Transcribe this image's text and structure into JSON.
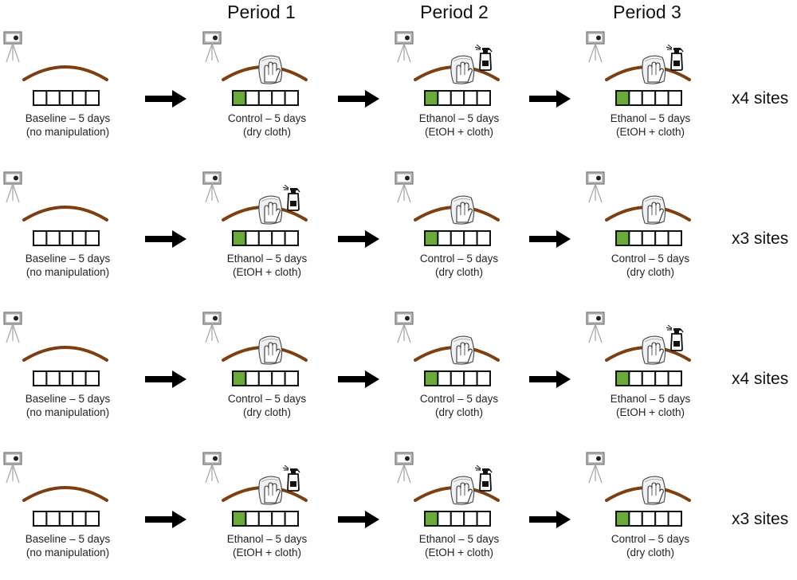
{
  "headers": [
    "Period 1",
    "Period 2",
    "Period 3"
  ],
  "colors": {
    "arc": "#7b3f12",
    "tracker_fill": "#6aaa3a",
    "tracker_border": "#111111",
    "arrow": "#000000",
    "camera": "#d0d0d0"
  },
  "rows": [
    {
      "stages": [
        {
          "label": "Baseline – 5 days",
          "sub": "(no manipulation)",
          "icons": [
            "camera-icon"
          ],
          "cloth": false,
          "spray": false,
          "progress": 0
        },
        {
          "label": "Control – 5 days",
          "sub": "(dry cloth)",
          "icons": [
            "camera-icon",
            "cloth-hand-icon"
          ],
          "cloth": true,
          "spray": false,
          "progress": 0.2
        },
        {
          "label": "Ethanol – 5 days",
          "sub": "(EtOH + cloth)",
          "icons": [
            "camera-icon",
            "cloth-hand-icon",
            "spray-bottle-icon"
          ],
          "cloth": true,
          "spray": true,
          "progress": 0.2
        },
        {
          "label": "Ethanol – 5 days",
          "sub": "(EtOH + cloth)",
          "icons": [
            "camera-icon",
            "cloth-hand-icon",
            "spray-bottle-icon"
          ],
          "cloth": true,
          "spray": true,
          "progress": 0.2
        }
      ],
      "sites": "x4 sites"
    },
    {
      "stages": [
        {
          "label": "Baseline – 5 days",
          "sub": "(no manipulation)",
          "icons": [
            "camera-icon"
          ],
          "cloth": false,
          "spray": false,
          "progress": 0
        },
        {
          "label": "Ethanol – 5 days",
          "sub": "(EtOH + cloth)",
          "icons": [
            "camera-icon",
            "cloth-hand-icon",
            "spray-bottle-icon"
          ],
          "cloth": true,
          "spray": true,
          "progress": 0.2
        },
        {
          "label": "Control – 5 days",
          "sub": "(dry cloth)",
          "icons": [
            "camera-icon",
            "cloth-hand-icon"
          ],
          "cloth": true,
          "spray": false,
          "progress": 0.2
        },
        {
          "label": "Control – 5 days",
          "sub": "(dry cloth)",
          "icons": [
            "camera-icon",
            "cloth-hand-icon"
          ],
          "cloth": true,
          "spray": false,
          "progress": 0.2
        }
      ],
      "sites": "x3 sites"
    },
    {
      "stages": [
        {
          "label": "Baseline – 5 days",
          "sub": "(no manipulation)",
          "icons": [
            "camera-icon"
          ],
          "cloth": false,
          "spray": false,
          "progress": 0
        },
        {
          "label": "Control – 5 days",
          "sub": "(dry cloth)",
          "icons": [
            "camera-icon",
            "cloth-hand-icon"
          ],
          "cloth": true,
          "spray": false,
          "progress": 0.2
        },
        {
          "label": "Control – 5 days",
          "sub": "(dry cloth)",
          "icons": [
            "camera-icon",
            "cloth-hand-icon"
          ],
          "cloth": true,
          "spray": false,
          "progress": 0.2
        },
        {
          "label": "Ethanol – 5 days",
          "sub": "(EtOH + cloth)",
          "icons": [
            "camera-icon",
            "cloth-hand-icon",
            "spray-bottle-icon"
          ],
          "cloth": true,
          "spray": true,
          "progress": 0.2
        }
      ],
      "sites": "x4 sites"
    },
    {
      "stages": [
        {
          "label": "Baseline – 5 days",
          "sub": "(no manipulation)",
          "icons": [
            "camera-icon"
          ],
          "cloth": false,
          "spray": false,
          "progress": 0
        },
        {
          "label": "Ethanol – 5 days",
          "sub": "(EtOH + cloth)",
          "icons": [
            "camera-icon",
            "cloth-hand-icon",
            "spray-bottle-icon"
          ],
          "cloth": true,
          "spray": true,
          "progress": 0.2
        },
        {
          "label": "Ethanol – 5 days",
          "sub": "(EtOH + cloth)",
          "icons": [
            "camera-icon",
            "cloth-hand-icon",
            "spray-bottle-icon"
          ],
          "cloth": true,
          "spray": true,
          "progress": 0.2
        },
        {
          "label": "Control – 5 days",
          "sub": "(dry cloth)",
          "icons": [
            "camera-icon",
            "cloth-hand-icon"
          ],
          "cloth": true,
          "spray": false,
          "progress": 0.2
        }
      ],
      "sites": "x3 sites"
    }
  ]
}
